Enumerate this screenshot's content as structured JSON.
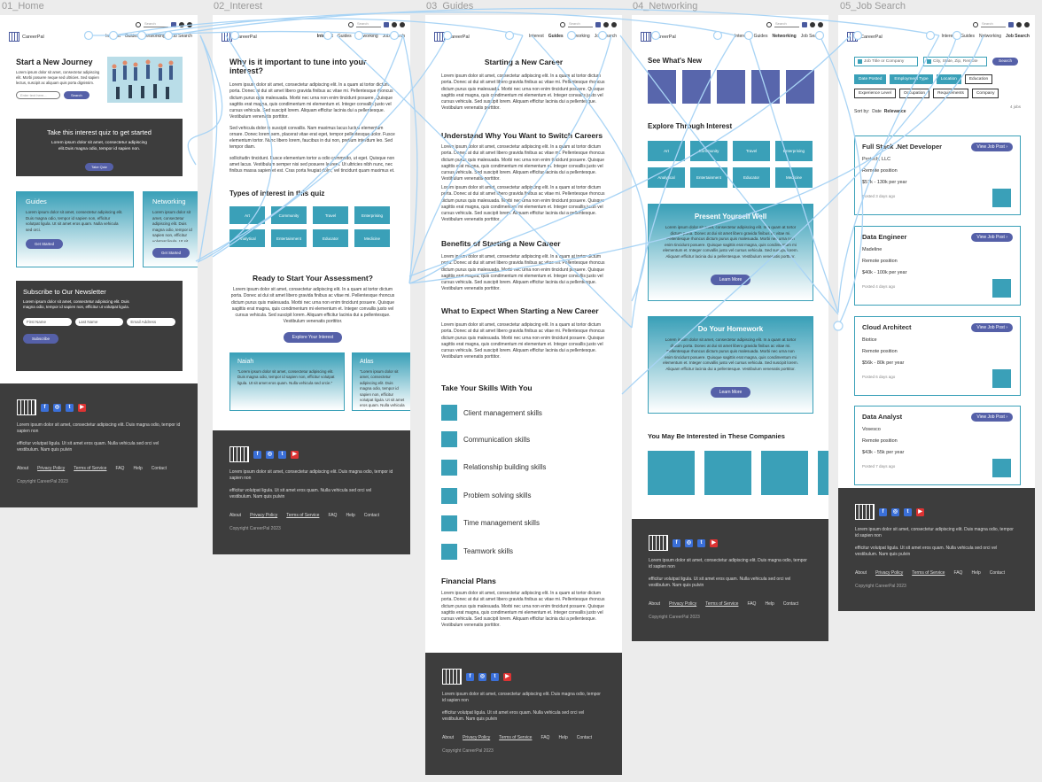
{
  "frames": [
    "01_Home",
    "02_Interest",
    "03_Guides",
    "04_Networking",
    "05_Job Search"
  ],
  "nav": {
    "brand": "CareerPal",
    "search_placeholder": "Search",
    "links": [
      "Interest",
      "Guides",
      "Networking",
      "Job Search"
    ]
  },
  "lorem": {
    "short": "Lorem ipsum dolor sit amet, consectetur adipiscing elit. Duis magna odio, tempor id sapien non.",
    "para": "Lorem ipsum dolor sit amet, consectetur adipiscing elit. In a quam at tortor dictum porta. Donec at dui sit amet libero gravida finibus ac vitae mi. Pellentesque rhoncus dictum purus quis malesuada. Morbi nec urna non enim tincidunt posuere. Quisque sagittis erat magna, quis condimentum mi elementum et. Integer convallis justo vel cursus vehicula. Sed suscipit lorem. Aliquam efficitur lacinia dui a pellentesque. Vestibulum venenatis porttitor."
  },
  "home": {
    "hero_title": "Start a New Journey",
    "hero_text": "Lorem ipsum dolor sit amet, consectetur adipiscing elit. Morbi posuere neque sed ultricies. Sed sapien lectus, suscipit ac aliquam quis porta dignissim.",
    "hero_input": "Enter text here...",
    "hero_btn": "Search",
    "quiz_title": "Take this interest quiz to get started",
    "quiz_text": "Lorem ipsum dolor sit amet, consectetur adipiscing elit.Duis magna odio, tempor id sapien non.",
    "quiz_btn": "Take Quiz",
    "card1_title": "Guides",
    "card2_title": "Networking",
    "card_text": "Lorem ipsum dolor sit amet, consectetur adipiscing elit. Duis magna odio, tempor id sapien non, efficitur volutpat ligula. Ut sit amet eros quam. Nulla vehicula sed orci.",
    "card_btn": "Get Started",
    "news_title": "Subscribe to Our Newsletter",
    "news_text": "Lorem ipsum dolor sit amet, consectetur adipiscing elit. Duis magna odio, tempor id sapien non, efficitur ut volutpat ligula.",
    "first": "First Name",
    "last": "Last Name",
    "email": "Email Address",
    "sub_btn": "Subscribe"
  },
  "interest": {
    "title": "Why is it important to tune into your interest?",
    "p2": "Sed vehicula dolor in suscipit convallis. Nam maximus lacus luctus elementum ornare. Donec lorem sem, placerat vitae erat eget, tempor pellentesque dolor. Fusce elementum tortor. Nunc libero lorem, faucibus in dui non, pretium interdum leo. Sed tempor diam.",
    "p3": "sollicitudin tincidunt. Fusce elementum tortor a odio commodo, ut eget. Quisque non amet lacus. Vestibulum semper nisi sed posuere laoreet. Ut ultricies nibh nunc, nec finibus massa sapien et est. Cras porta feugiat dolor, vel tincidunt quam maximus et.",
    "types_title": "Types of interest in this quiz",
    "types": [
      "Art",
      "Community",
      "Travel",
      "Enterprising",
      "Analytical",
      "Entertainment",
      "Educator",
      "Medicine"
    ],
    "ready_title": "Ready to Start Your Assessment?",
    "ready_btn": "Explore Your Interest",
    "t1": "Naiah",
    "t2": "Atlas",
    "quote": "\"Lorem ipsum dolor sit amet, consectetur adipiscing elit. Duis magna odio, tempor id sapien non, efficitur volutpat ligula. Ut sit amet eros quam. Nulla vehicula sed orcie.\""
  },
  "guides": {
    "h1": "Starting a New Career",
    "h2": "Understand Why You Want to Switch Careers",
    "h3": "Benefits of Starting a New Career",
    "h4": "What to Expect When Starting a New Career",
    "skills_title": "Take Your Skills  With You",
    "skills": [
      "Client management skills",
      "Communication skills",
      "Relationship building skills",
      "Problem solving skills",
      "Time management skills",
      "Teamwork skills"
    ],
    "fin": "Financial Plans"
  },
  "net": {
    "new_title": "See What's New",
    "explore_title": "Explore Through Interest",
    "tiles": [
      "Art",
      "Community",
      "Travel",
      "Enterprising",
      "Analytical",
      "Entertainment",
      "Educator",
      "Medicine"
    ],
    "b1": "Present  Yourself Well",
    "b2": "Do Your Homework",
    "learn": "Learn More",
    "co_title": "You May Be Interested in These Companies"
  },
  "jobs": {
    "kw": "Job Title or Company",
    "loc": "City, State, Zip, Remote",
    "search": "Search",
    "filters": [
      "Date Posted",
      "Employment Type",
      "Location",
      "Education",
      "Experience Level",
      "Occupation",
      "Requirements",
      "Company"
    ],
    "sort": "Sort by:",
    "sort_date": "Date",
    "sort_rel": "Relevance",
    "count": "4 jobs",
    "view": "View Job Post",
    "list": [
      {
        "title": "Full Stack .Net Developer",
        "company": "Protech, LLC",
        "place": "Remote position",
        "pay": "$57k - 130k per year",
        "posted": "Posted 3 days ago"
      },
      {
        "title": "Data Engineer",
        "company": "Madeline",
        "place": "Remote position",
        "pay": "$40k - 100k per year",
        "posted": "Posted 4 days ago"
      },
      {
        "title": "Cloud Architect",
        "company": "Biotice",
        "place": "Remote position",
        "pay": "$56k - 80k per year",
        "posted": "Posted 6 days ago"
      },
      {
        "title": "Data Analyst",
        "company": "Vosesco",
        "place": "Remote position",
        "pay": "$43k - 55k per year",
        "posted": "Posted 7 days ago"
      }
    ]
  },
  "footer": {
    "text1": "Lorem ipsum dolor sit amet, consectetur adipiscing elit. Duis magna odio, tempor id sapien non",
    "text2": "efficitur volutpat ligula. Ut sit amet eros quam. Nulla vehicula sed orci vel vestibulum. Nam quis pulvin",
    "links": [
      "About",
      "Privacy Policy",
      "Terms of Service",
      "FAQ",
      "Help",
      "Contact"
    ],
    "copy": "Copyright CareerPal 2023"
  }
}
